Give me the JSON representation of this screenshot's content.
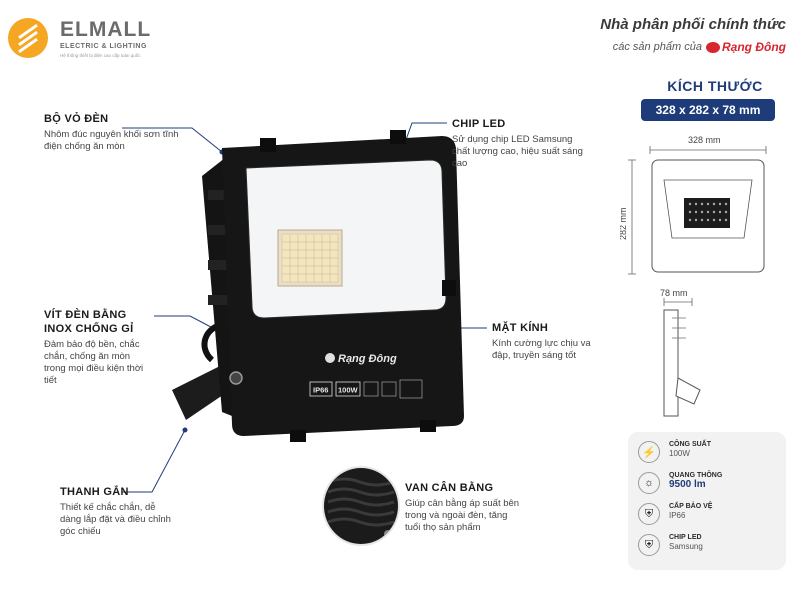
{
  "brand": {
    "name": "ELMALL",
    "subtitle": "ELECTRIC & LIGHTING",
    "tagline": "Hệ thống thiết bị điện cao cấp toàn quốc"
  },
  "distributor": {
    "line1": "Nhà phân phối chính thức",
    "line2": "các sản phẩm của",
    "brand": "Rạng Đông"
  },
  "dimensions": {
    "title": "KÍCH THƯỚC",
    "size": "328 x 282 x 78 mm",
    "width_label": "328 mm",
    "height_label": "282 mm",
    "depth_label": "78 mm"
  },
  "callouts": {
    "housing": {
      "title": "BỘ VỎ ĐÈN",
      "text": "Nhôm đúc nguyên khối sơn tĩnh điện chống ăn mòn"
    },
    "screw": {
      "title": "VÍT ĐÈN BẰNG INOX CHỐNG GỈ",
      "text": "Đảm bảo độ bền, chắc chắn, chống ăn mòn trong mọi điều kiện thời tiết"
    },
    "bracket": {
      "title": "THANH GẮN",
      "text": "Thiết kế chắc chắn, dễ dàng lắp đặt và điều chỉnh góc chiếu"
    },
    "chip": {
      "title": "CHIP LED",
      "text": "Sử dụng chip LED Samsung chất lượng cao, hiệu suất sáng cao"
    },
    "glass": {
      "title": "MẶT KÍNH",
      "text": "Kính cường lực chịu va đập, truyền sáng tốt"
    },
    "valve": {
      "title": "VAN CÂN BẰNG",
      "text": "Giúp cân bằng áp suất bên trong và ngoài đèn, tăng tuổi thọ sản phẩm"
    }
  },
  "product_labels": {
    "logo": "Rạng Đông",
    "ip": "IP66",
    "power": "100W"
  },
  "specs": [
    {
      "label": "CÔNG SUẤT",
      "value": "100W",
      "icon": "bolt-icon",
      "glyph": "⚡",
      "strong": false
    },
    {
      "label": "QUANG THÔNG",
      "value": "9500 lm",
      "icon": "sun-icon",
      "glyph": "☼",
      "strong": true
    },
    {
      "label": "CẤP BẢO VỆ",
      "value": "IP66",
      "icon": "shield-icon",
      "glyph": "⛨",
      "strong": false
    },
    {
      "label": "CHIP LED",
      "value": "Samsung",
      "icon": "chip-shield-icon",
      "glyph": "⛨",
      "strong": false
    }
  ],
  "colors": {
    "accent": "#1f3c7a",
    "brand_red": "#d7262f",
    "logo_orange": "#f5a623"
  }
}
